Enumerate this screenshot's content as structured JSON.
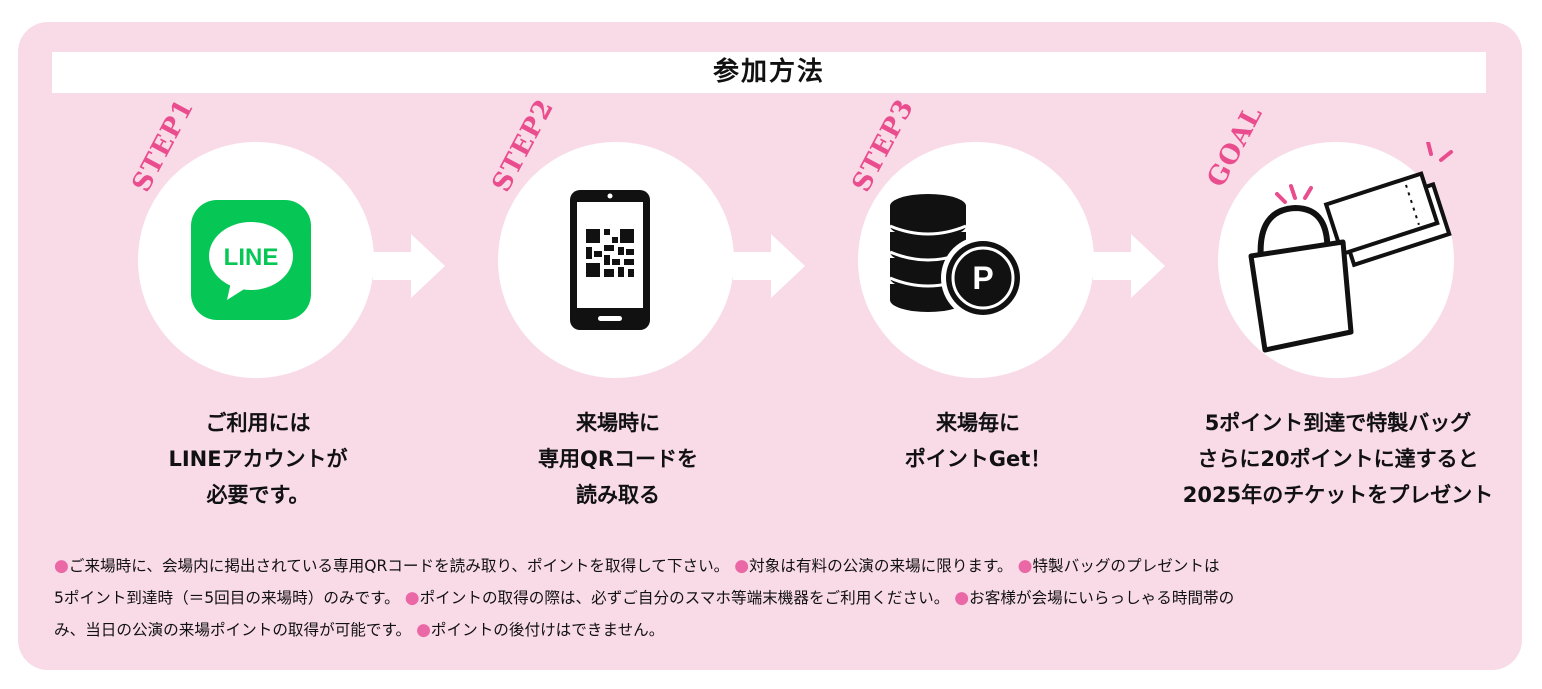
{
  "title": "参加方法",
  "steps": [
    {
      "label": "STEP1",
      "caption": [
        "ご利用には",
        "LINEアカウントが",
        "必要です。"
      ],
      "icon_text": "LINE"
    },
    {
      "label": "STEP2",
      "caption": [
        "来場時に",
        "専用QRコードを",
        "読み取る"
      ]
    },
    {
      "label": "STEP3",
      "caption": [
        "来場毎に",
        "ポイントGet！"
      ],
      "icon_text": "P"
    },
    {
      "label": "GOAL",
      "caption": [
        "5ポイント到達で特製バッグ",
        "さらに20ポイントに達すると",
        "2025年のチケットをプレゼント"
      ]
    }
  ],
  "notes": {
    "bullet": "●",
    "lines": [
      [
        "ご来場時に、会場内に掲出されている専用QRコードを読み取り、ポイントを取得して下さい。",
        "対象は有料の公演の来場に限ります。",
        "特製バッグのプレゼントは"
      ],
      [
        "5ポイント到達時（＝5回目の来場時）のみです。",
        "ポイントの取得の際は、必ずご自分のスマホ等端末機器をご利用ください。",
        "お客様が会場にいらっしゃる時間帯の"
      ],
      [
        "み、当日の公演の来場ポイントの取得が可能です。",
        "ポイントの後付けはできません。"
      ]
    ]
  },
  "colors": {
    "panel": "#f9dbe8",
    "accent": "#ea4d8d",
    "line_green": "#06c755"
  }
}
